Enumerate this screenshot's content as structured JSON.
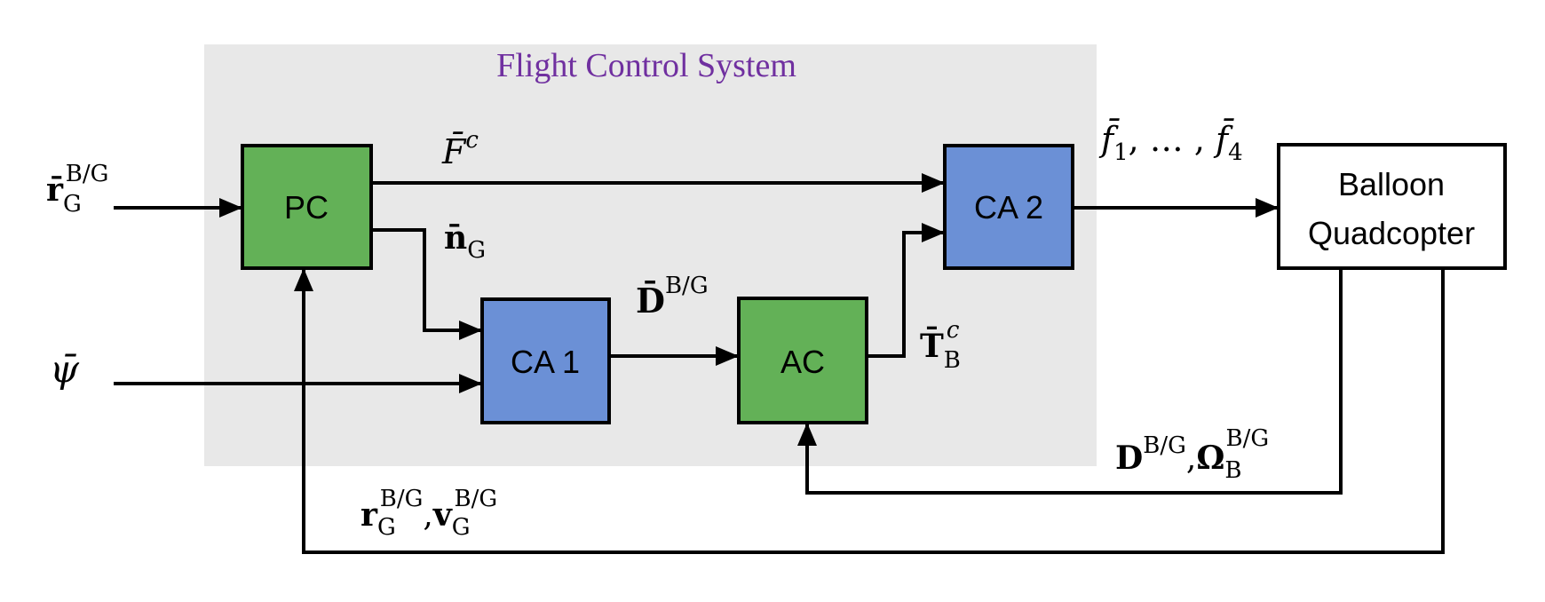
{
  "title": "Flight Control System",
  "colors": {
    "region_fill": "#e8e8e8",
    "title": "#7030a0",
    "green_block": "#63b157",
    "blue_block": "#6b90d6",
    "plant_block": "#ffffff"
  },
  "blocks": {
    "pc": "PC",
    "ca1": "CA 1",
    "ca2": "CA 2",
    "ac": "AC",
    "plant_line1": "Balloon",
    "plant_line2": "Quadcopter"
  },
  "signals": {
    "r_ref": {
      "base": "r̄",
      "sub": "G",
      "sup": "B/G"
    },
    "psi_ref": {
      "base": "ψ̄"
    },
    "F_c": {
      "base": "F̄",
      "sup": "c"
    },
    "n_G": {
      "base": "n̄",
      "sub": "G"
    },
    "D_ref": {
      "base": "D̄",
      "sup": "B/G"
    },
    "T_c": {
      "base": "T̄",
      "sub": "B",
      "sup": "c"
    },
    "forces": {
      "text": "f̄",
      "sub1": "1",
      "mid": ", … , ",
      "sub4": "4"
    },
    "feedback_att": {
      "base1": "D",
      "sup1": "B/G",
      "sep": ",",
      "base2": "Ω",
      "sub2": "B",
      "sup2": "B/G"
    },
    "feedback_pos": {
      "base1": "r",
      "sub1": "G",
      "sup1": "B/G",
      "sep": ",",
      "base2": "v",
      "sub2": "G",
      "sup2": "B/G"
    }
  }
}
